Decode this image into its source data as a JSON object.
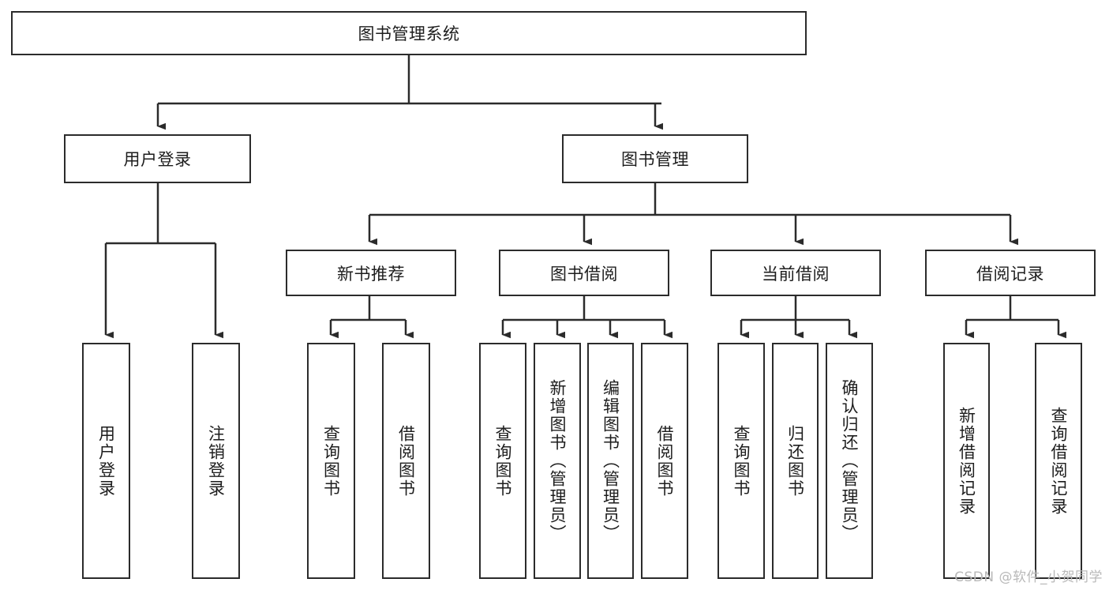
{
  "diagram": {
    "title_node": {
      "label": "图书管理系统"
    },
    "level2": [
      {
        "id": "user-login",
        "label": "用户登录"
      },
      {
        "id": "book-manage",
        "label": "图书管理"
      }
    ],
    "level3": [
      {
        "id": "new-book-recommend",
        "label": "新书推荐"
      },
      {
        "id": "book-borrow",
        "label": "图书借阅"
      },
      {
        "id": "current-borrow",
        "label": "当前借阅"
      },
      {
        "id": "borrow-record",
        "label": "借阅记录"
      }
    ],
    "leaves": {
      "user_login": [
        {
          "id": "leaf-user-login",
          "label": "用户登录"
        },
        {
          "id": "leaf-logout-login",
          "label": "注销登录"
        }
      ],
      "new_book_recommend": [
        {
          "id": "leaf-query-book-1",
          "label": "查询图书"
        },
        {
          "id": "leaf-borrow-book-1",
          "label": "借阅图书"
        }
      ],
      "book_borrow": [
        {
          "id": "leaf-query-book-2",
          "label": "查询图书"
        },
        {
          "id": "leaf-add-book",
          "label": "新增图书（管理员）"
        },
        {
          "id": "leaf-edit-book",
          "label": "编辑图书（管理员）"
        },
        {
          "id": "leaf-borrow-book-2",
          "label": "借阅图书"
        }
      ],
      "current_borrow": [
        {
          "id": "leaf-query-book-3",
          "label": "查询图书"
        },
        {
          "id": "leaf-return-book",
          "label": "归还图书"
        },
        {
          "id": "leaf-confirm-return",
          "label": "确认归还（管理员）"
        }
      ],
      "borrow_record": [
        {
          "id": "leaf-add-record",
          "label": "新增借阅记录"
        },
        {
          "id": "leaf-query-record",
          "label": "查询借阅记录"
        }
      ]
    }
  },
  "watermark": {
    "text": "CSDN @软件_小贺同学"
  },
  "colors": {
    "stroke": "#2b2b2b",
    "background": "#ffffff",
    "text": "#1d1d1d",
    "watermark": "#b9b9b9"
  }
}
